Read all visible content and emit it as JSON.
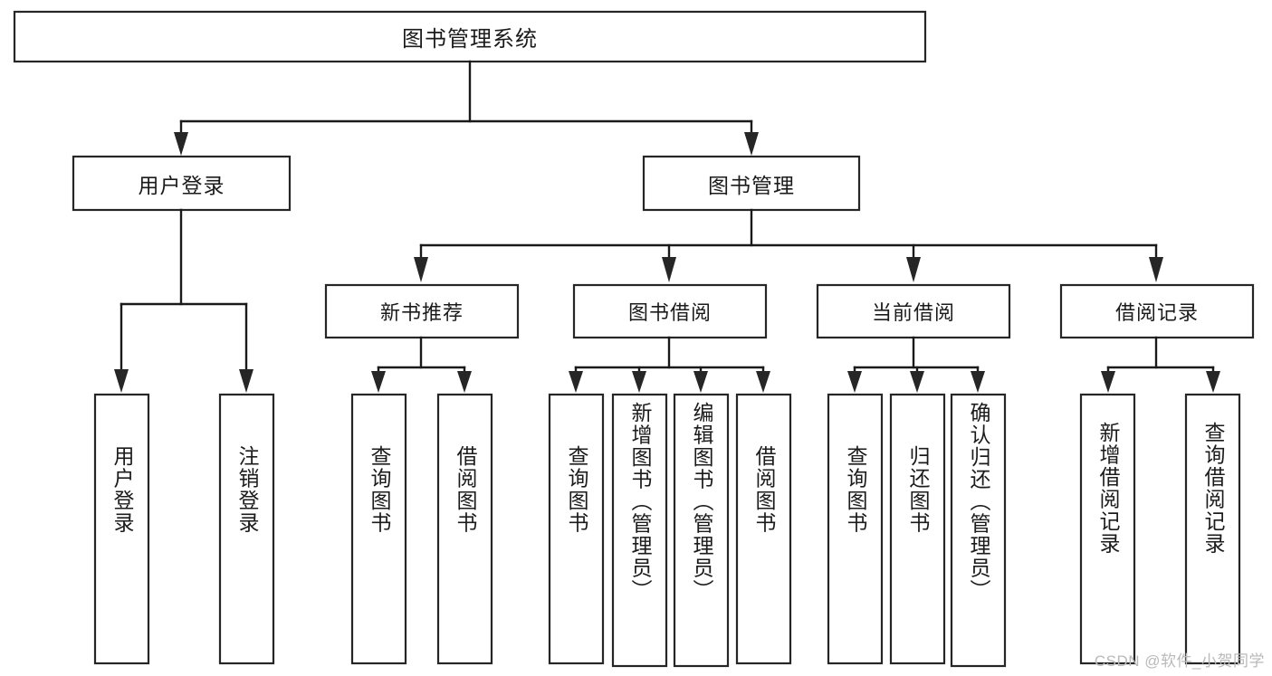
{
  "diagram": {
    "type": "hierarchy-tree",
    "title": "图书管理系统",
    "watermark": "CSDN @软件_小贺同学",
    "levels": {
      "root": {
        "label": "图书管理系统"
      },
      "level2": [
        {
          "label": "用户登录"
        },
        {
          "label": "图书管理"
        }
      ],
      "level3": [
        {
          "label": "新书推荐"
        },
        {
          "label": "图书借阅"
        },
        {
          "label": "当前借阅"
        },
        {
          "label": "借阅记录"
        }
      ],
      "leaves": {
        "user_login": [
          {
            "label": "用户登录"
          },
          {
            "label": "注销登录"
          }
        ],
        "new_book_recommend": [
          {
            "label": "查询图书"
          },
          {
            "label": "借阅图书"
          }
        ],
        "book_borrow": [
          {
            "label": "查询图书"
          },
          {
            "label": "新增图书（管理员）"
          },
          {
            "label": "编辑图书（管理员）"
          },
          {
            "label": "借阅图书"
          }
        ],
        "current_borrow": [
          {
            "label": "查询图书"
          },
          {
            "label": "归还图书"
          },
          {
            "label": "确认归还（管理员）"
          }
        ],
        "borrow_records": [
          {
            "label": "新增借阅记录"
          },
          {
            "label": "查询借阅记录"
          }
        ]
      }
    },
    "colors": {
      "stroke": "#262626",
      "fill": "#ffffff",
      "text": "#1b1b1b",
      "watermark": "#b9b9b9"
    }
  }
}
